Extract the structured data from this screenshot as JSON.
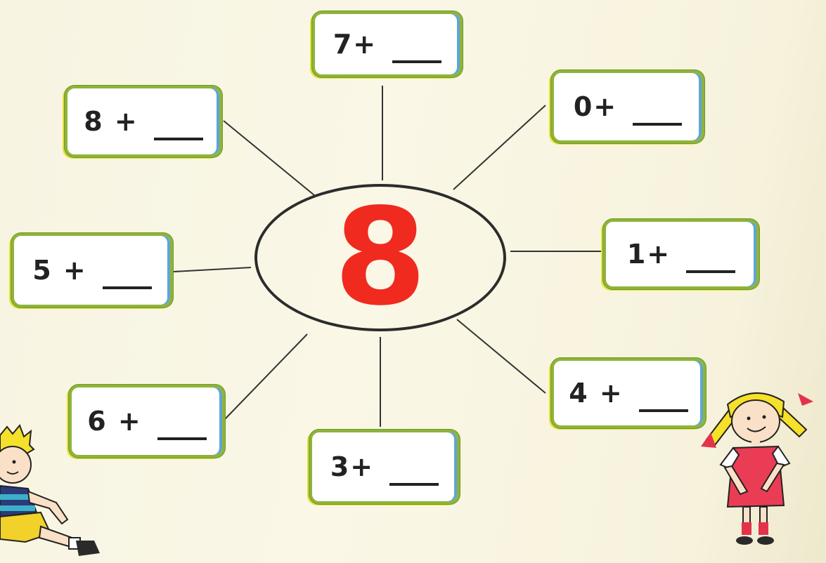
{
  "center": {
    "number": "8",
    "color": "#f02a1f"
  },
  "boxes": [
    {
      "id": "top",
      "term": "7+",
      "border": "#8fb33a"
    },
    {
      "id": "top-right",
      "term": "0+",
      "border": "#8fb33a"
    },
    {
      "id": "right",
      "term": "1+",
      "border": "#8fb33a"
    },
    {
      "id": "bottom-right",
      "term": "4 +",
      "border": "#8fb33a"
    },
    {
      "id": "bottom",
      "term": "3+",
      "border": "#8fb33a"
    },
    {
      "id": "bottom-left",
      "term": "6 +",
      "border": "#8fb33a"
    },
    {
      "id": "left",
      "term": "5 +",
      "border": "#8fb33a"
    },
    {
      "id": "top-left",
      "term": "8 +",
      "border": "#8fb33a"
    }
  ],
  "illustrations": [
    "boy-sitting",
    "girl-standing"
  ]
}
